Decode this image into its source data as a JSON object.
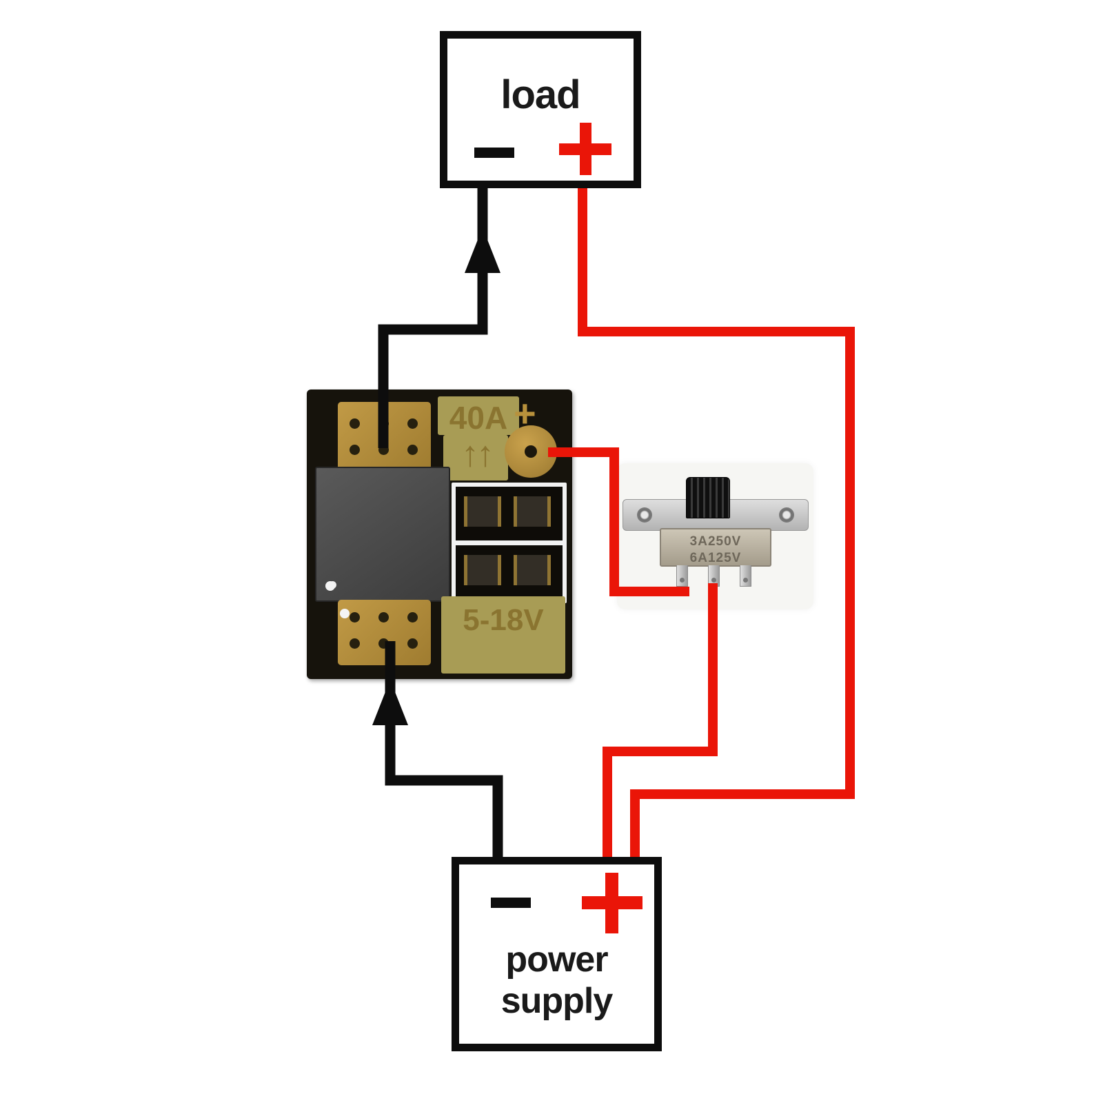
{
  "diagram": {
    "load": {
      "label": "load",
      "minus": "-",
      "plus": "+"
    },
    "power_supply": {
      "label": "power supply",
      "minus": "-",
      "plus": "+"
    },
    "pcb": {
      "current_rating": "40A",
      "plus_label": "+",
      "arrows": "↑↑",
      "voltage_range": "5-18V"
    },
    "switch": {
      "rating_line1": "3A250V",
      "rating_line2": "6A125V"
    },
    "colors": {
      "wire_negative": "#0d0d0d",
      "wire_positive": "#ea1508",
      "pcb_gold": "#b8913c",
      "pcb_silkscreen_olive": "#a89c55"
    }
  }
}
